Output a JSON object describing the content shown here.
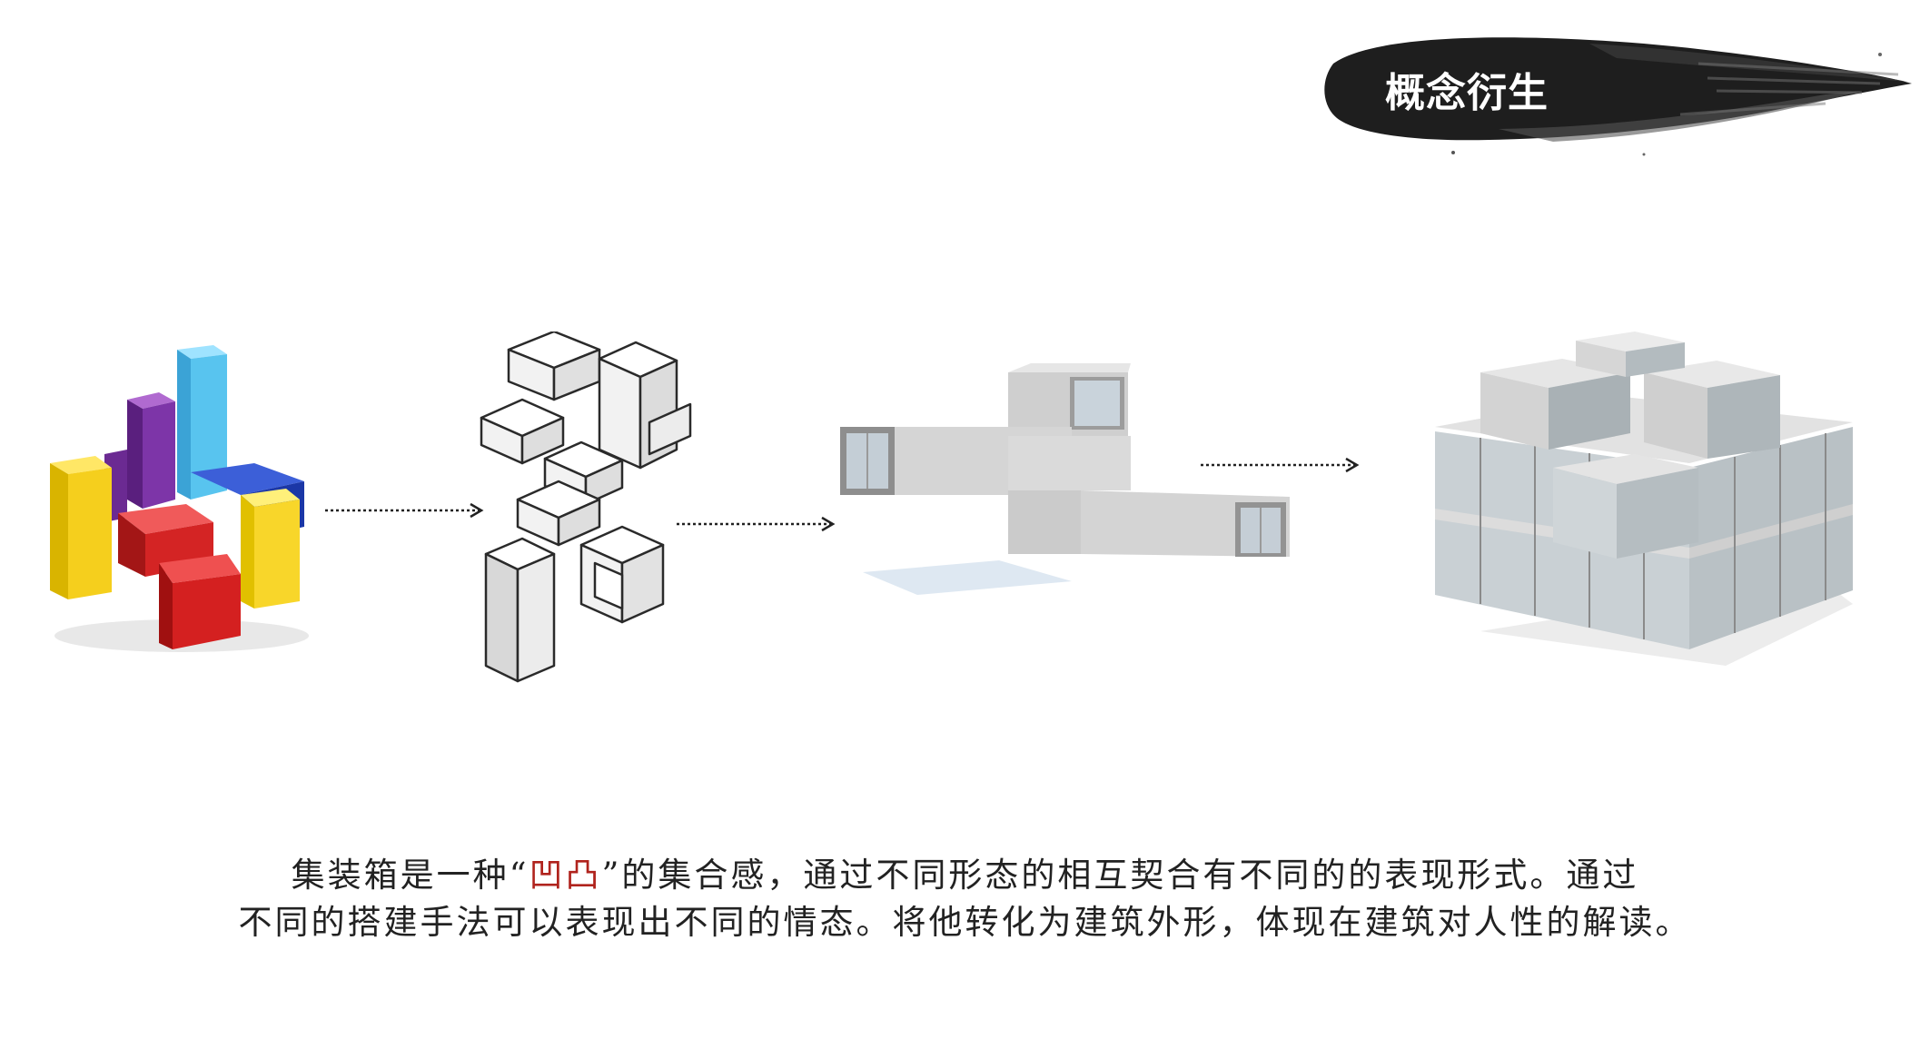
{
  "badge": {
    "title": "概念衍生"
  },
  "figures": [
    {
      "name": "colored-blocks-photo"
    },
    {
      "name": "exploded-container-diagram"
    },
    {
      "name": "stacked-container-render"
    },
    {
      "name": "container-building-render"
    }
  ],
  "caption": {
    "line1_pre": "集装箱是一种“",
    "line1_highlight": "凹凸",
    "line1_post": "”的集合感，通过不同形态的相互契合有不同的的表现形式。通过",
    "line2": "不同的搭建手法可以表现出不同的情态。将他转化为建筑外形，体现在建筑对人性的解读。",
    "highlight_color": "#b0231d"
  }
}
